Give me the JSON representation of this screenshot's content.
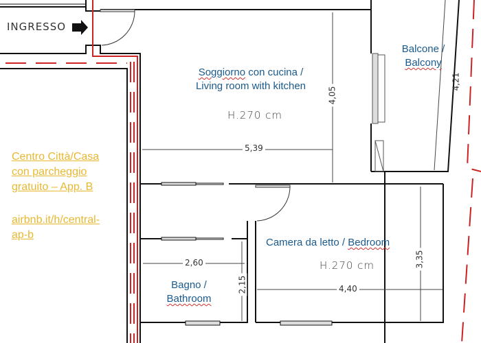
{
  "entrance": {
    "label": "INGRESSO",
    "icon": "arrow-right-icon"
  },
  "rooms": {
    "living": {
      "name_it": "Soggiorno",
      "name_line1_rest": " con cucina /",
      "name_line2": "Living room with kitchen",
      "height": "H.270  cm",
      "width_dim": "5,39",
      "depth_dim": "4,05"
    },
    "balcony": {
      "line1": "Balcone /",
      "line2": "Balcony",
      "length_dim": "4,21"
    },
    "bedroom": {
      "name_prefix": "Camera da letto / ",
      "name_en": "Bedroom",
      "height": "H.270  cm",
      "width_dim": "4,40",
      "depth_dim": "3,35"
    },
    "bathroom": {
      "line1": "Bagno /",
      "line2": "Bathroom",
      "width_dim": "2,60",
      "depth_dim": "2,15"
    }
  },
  "promo": {
    "title_lines": [
      "Centro Città/Casa",
      "con parcheggio",
      "gratuito – App. B"
    ],
    "link_lines": [
      "airbnb.it/h/central-",
      "ap-b"
    ]
  },
  "colors": {
    "wall": "#111111",
    "boundary": "#cc2222",
    "room_text": "#1a5a8c",
    "promo_text": "#e8b830"
  }
}
